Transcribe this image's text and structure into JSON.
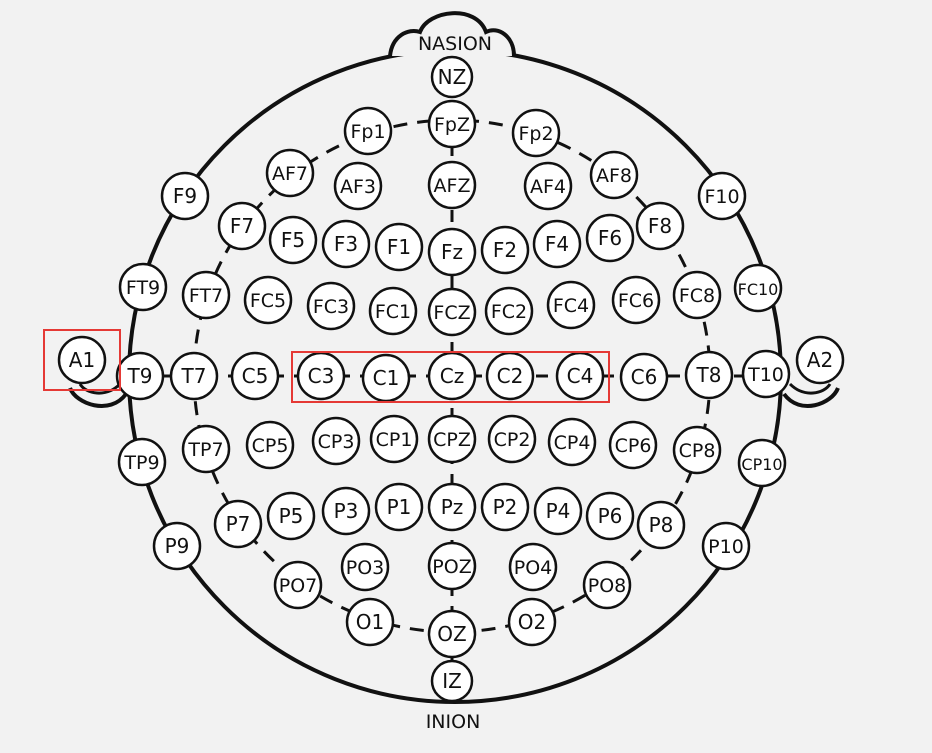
{
  "labels": {
    "top": "NASION",
    "bottom": "INION"
  },
  "colors": {
    "background": "#f2f2f2",
    "stroke": "#111111",
    "electrode_fill": "#ffffff",
    "highlight": "#e53935"
  },
  "electrodes": [
    {
      "id": "NZ",
      "label": "NZ"
    },
    {
      "id": "FpZ",
      "label": "FpZ"
    },
    {
      "id": "Fp1",
      "label": "Fp1"
    },
    {
      "id": "Fp2",
      "label": "Fp2"
    },
    {
      "id": "AF7",
      "label": "AF7"
    },
    {
      "id": "AF3",
      "label": "AF3"
    },
    {
      "id": "AFZ",
      "label": "AFZ"
    },
    {
      "id": "AF4",
      "label": "AF4"
    },
    {
      "id": "AF8",
      "label": "AF8"
    },
    {
      "id": "F9",
      "label": "F9"
    },
    {
      "id": "F10",
      "label": "F10"
    },
    {
      "id": "F7",
      "label": "F7"
    },
    {
      "id": "F5",
      "label": "F5"
    },
    {
      "id": "F3",
      "label": "F3"
    },
    {
      "id": "F1",
      "label": "F1"
    },
    {
      "id": "Fz",
      "label": "Fz"
    },
    {
      "id": "F2",
      "label": "F2"
    },
    {
      "id": "F4",
      "label": "F4"
    },
    {
      "id": "F6",
      "label": "F6"
    },
    {
      "id": "F8",
      "label": "F8"
    },
    {
      "id": "FT9",
      "label": "FT9"
    },
    {
      "id": "FT7",
      "label": "FT7"
    },
    {
      "id": "FC5",
      "label": "FC5"
    },
    {
      "id": "FC3",
      "label": "FC3"
    },
    {
      "id": "FC1",
      "label": "FC1"
    },
    {
      "id": "FCZ",
      "label": "FCZ"
    },
    {
      "id": "FC2",
      "label": "FC2"
    },
    {
      "id": "FC4",
      "label": "FC4"
    },
    {
      "id": "FC6",
      "label": "FC6"
    },
    {
      "id": "FC8",
      "label": "FC8"
    },
    {
      "id": "FC10",
      "label": "FC10"
    },
    {
      "id": "A1",
      "label": "A1"
    },
    {
      "id": "T9",
      "label": "T9"
    },
    {
      "id": "T7",
      "label": "T7"
    },
    {
      "id": "C5",
      "label": "C5"
    },
    {
      "id": "C3",
      "label": "C3"
    },
    {
      "id": "C1",
      "label": "C1"
    },
    {
      "id": "Cz",
      "label": "Cz"
    },
    {
      "id": "C2",
      "label": "C2"
    },
    {
      "id": "C4",
      "label": "C4"
    },
    {
      "id": "C6",
      "label": "C6"
    },
    {
      "id": "T8",
      "label": "T8"
    },
    {
      "id": "T10",
      "label": "T10"
    },
    {
      "id": "A2",
      "label": "A2"
    },
    {
      "id": "TP9",
      "label": "TP9"
    },
    {
      "id": "TP7",
      "label": "TP7"
    },
    {
      "id": "CP5",
      "label": "CP5"
    },
    {
      "id": "CP3",
      "label": "CP3"
    },
    {
      "id": "CP1",
      "label": "CP1"
    },
    {
      "id": "CPZ",
      "label": "CPZ"
    },
    {
      "id": "CP2",
      "label": "CP2"
    },
    {
      "id": "CP4",
      "label": "CP4"
    },
    {
      "id": "CP6",
      "label": "CP6"
    },
    {
      "id": "CP8",
      "label": "CP8"
    },
    {
      "id": "CP10",
      "label": "CP10"
    },
    {
      "id": "P9",
      "label": "P9"
    },
    {
      "id": "P7",
      "label": "P7"
    },
    {
      "id": "P5",
      "label": "P5"
    },
    {
      "id": "P3",
      "label": "P3"
    },
    {
      "id": "P1",
      "label": "P1"
    },
    {
      "id": "Pz",
      "label": "Pz"
    },
    {
      "id": "P2",
      "label": "P2"
    },
    {
      "id": "P4",
      "label": "P4"
    },
    {
      "id": "P6",
      "label": "P6"
    },
    {
      "id": "P8",
      "label": "P8"
    },
    {
      "id": "P10",
      "label": "P10"
    },
    {
      "id": "PO7",
      "label": "PO7"
    },
    {
      "id": "PO3",
      "label": "PO3"
    },
    {
      "id": "POZ",
      "label": "POZ"
    },
    {
      "id": "PO4",
      "label": "PO4"
    },
    {
      "id": "PO8",
      "label": "PO8"
    },
    {
      "id": "O1",
      "label": "O1"
    },
    {
      "id": "OZ",
      "label": "OZ"
    },
    {
      "id": "O2",
      "label": "O2"
    },
    {
      "id": "IZ",
      "label": "IZ"
    }
  ],
  "highlights": [
    {
      "id": "box-a1",
      "electrodes": [
        "A1"
      ]
    },
    {
      "id": "box-central-row",
      "electrodes": [
        "C3",
        "C1",
        "Cz",
        "C2",
        "C4"
      ]
    }
  ]
}
